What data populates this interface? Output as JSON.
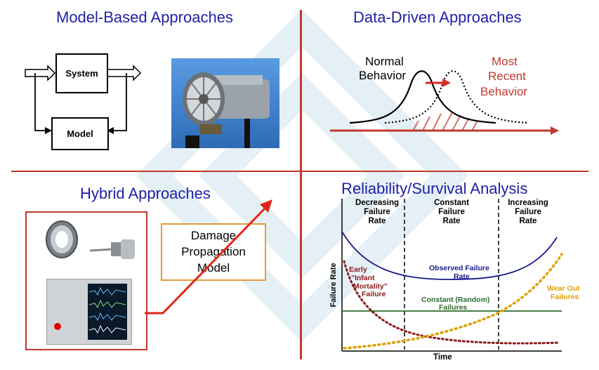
{
  "quadrants": {
    "model_based": {
      "title": "Model-Based Approaches",
      "system_label": "System",
      "model_label": "Model"
    },
    "data_driven": {
      "title": "Data-Driven Approaches",
      "normal_label_1": "Normal",
      "normal_label_2": "Behavior",
      "recent_label_1": "Most",
      "recent_label_2": "Recent",
      "recent_label_3": "Behavior"
    },
    "hybrid": {
      "title": "Hybrid Approaches",
      "damage_label_1": "Damage",
      "damage_label_2": "Propagation",
      "damage_label_3": "Model"
    },
    "reliability": {
      "title": "Reliability/Survival Analysis",
      "phase_decreasing": "Decreasing\nFailure\nRate",
      "phase_constant": "Constant\nFailure\nRate",
      "phase_increasing": "Increasing\nFailure\nRate",
      "y_axis_label": "Failure Rate",
      "x_axis_label": "Time",
      "observed_label_1": "Observed Failure",
      "observed_label_2": "Rate",
      "infant_label_1": "Early",
      "infant_label_2": "\"Infant",
      "infant_label_3": "Mortality\"",
      "infant_label_4": "Failure",
      "constant_label_1": "Constant (Random)",
      "constant_label_2": "Failures",
      "wearout_label_1": "Wear Out",
      "wearout_label_2": "Failures"
    }
  },
  "colors": {
    "title_blue": "#1f1fa8",
    "divider_red": "#c0392b",
    "observed_blue": "#1a1a8c",
    "infant_dark_red": "#8b1a1a",
    "constant_green": "#2e6b2e",
    "wearout_orange": "#e0a000",
    "watermark": "#d4e8f2"
  }
}
